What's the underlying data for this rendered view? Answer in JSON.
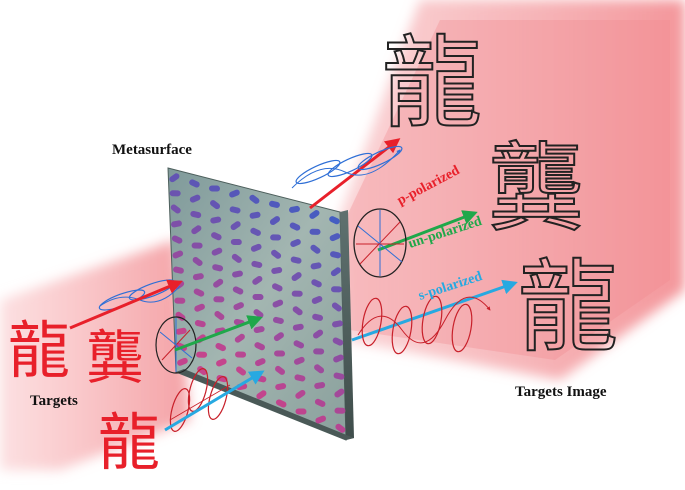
{
  "labels": {
    "metasurface": "Metasurface",
    "targets": "Targets",
    "targets_image": "Targets Image",
    "p_polarized": "p-polarized",
    "un_polarized": "un-polarized",
    "s_polarized": "s-polarized"
  },
  "characters": {
    "target_glyphs": [
      "龍",
      "龔",
      "龍"
    ],
    "image_glyphs": [
      "龍",
      "龔",
      "龍"
    ]
  },
  "colors": {
    "p_beam": "#e8202a",
    "un_beam": "#1fa84a",
    "s_beam": "#27a9e1",
    "glow": "#f28a8f",
    "target_glyph": "#e8202a",
    "pillar_top": "#3a53c4",
    "pillar_bottom": "#c8388a"
  }
}
